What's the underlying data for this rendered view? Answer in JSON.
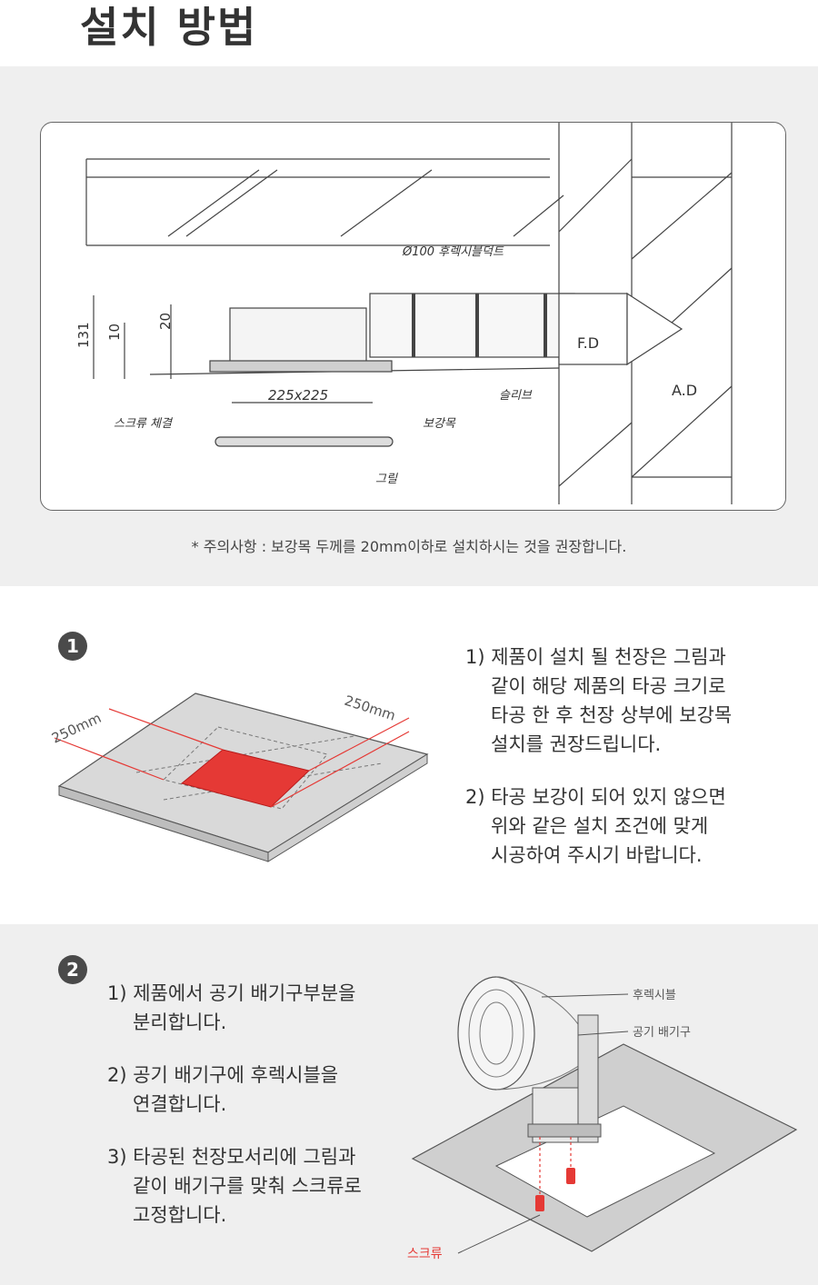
{
  "page_title": "설치 방법",
  "diagram": {
    "label_duct": "Ø100 후렉시블덕트",
    "label_fd": "F.D",
    "label_ad": "A.D",
    "label_sleeve": "슬리브",
    "label_reinforce": "보강목",
    "label_screw": "스크류 체결",
    "label_size": "225x225",
    "label_grill": "그릴",
    "dim_131": "131",
    "dim_10": "10",
    "dim_20": "20"
  },
  "note": "* 주의사항 : 보강목 두께를 20mm이하로 설치하시는 것을 권장합니다.",
  "step1": {
    "badge": "1",
    "dim_left": "250mm",
    "dim_right": "250mm",
    "items": [
      {
        "first": "1) 제품이 설치 될 천장은 그림과",
        "lines": [
          "같이 해당 제품의 타공 크기로",
          "타공 한 후 천장 상부에 보강목",
          "설치를 권장드립니다."
        ]
      },
      {
        "first": "2) 타공 보강이 되어 있지 않으면",
        "lines": [
          "위와 같은 설치 조건에 맞게",
          "시공하여 주시기 바랍니다."
        ]
      }
    ]
  },
  "step2": {
    "badge": "2",
    "label_flex": "후렉시블",
    "label_exhaust": "공기 배기구",
    "label_screw": "스크류",
    "items": [
      {
        "first": "1) 제품에서 공기 배기구부분을",
        "lines": [
          "분리합니다."
        ]
      },
      {
        "first": "2) 공기 배기구에 후렉시블을",
        "lines": [
          "연결합니다."
        ]
      },
      {
        "first": "3) 타공된 천장모서리에 그림과",
        "lines": [
          "같이 배기구를 맞춰 스크류로",
          "고정합니다."
        ]
      }
    ]
  },
  "colors": {
    "accent_red": "#e53935",
    "section_gray": "#efefef",
    "badge": "#4a4a4a"
  }
}
